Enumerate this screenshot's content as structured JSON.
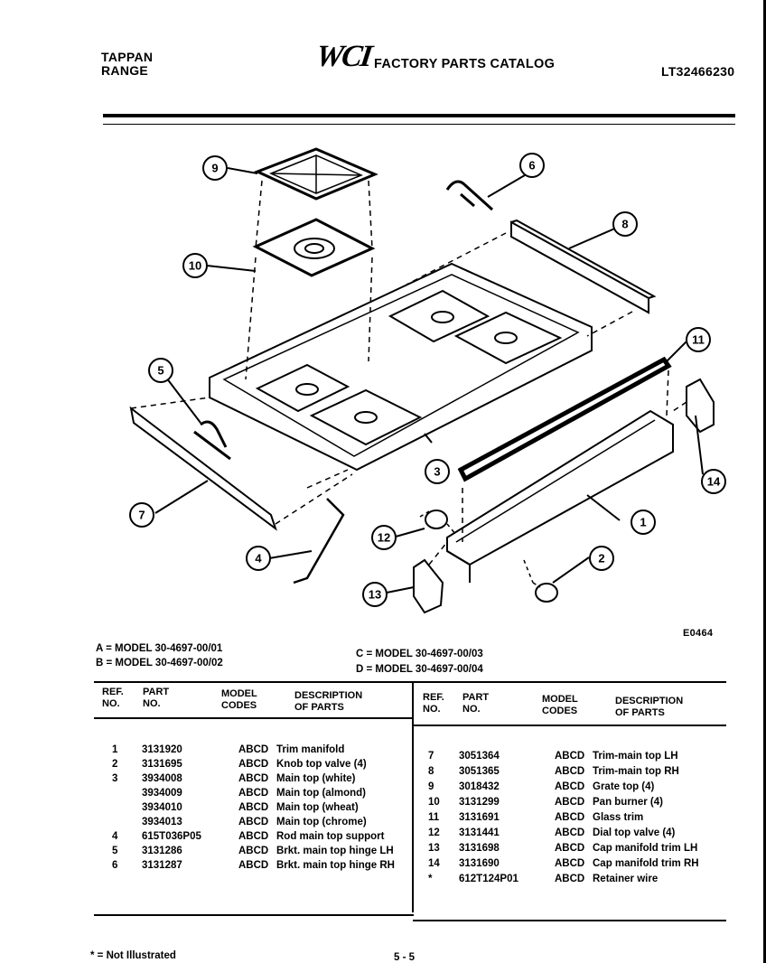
{
  "header": {
    "brand_line1": "TAPPAN",
    "brand_line2": "RANGE",
    "logo": "WCI",
    "catalog_title": "FACTORY PARTS CATALOG",
    "catalog_number": "LT32466230"
  },
  "diagram": {
    "figure_code": "E0464",
    "callouts": [
      "1",
      "2",
      "3",
      "4",
      "5",
      "6",
      "7",
      "8",
      "9",
      "10",
      "11",
      "12",
      "13",
      "14"
    ]
  },
  "models": {
    "a": "A = MODEL 30-4697-00/01",
    "b": "B = MODEL 30-4697-00/02",
    "c": "C = MODEL 30-4697-00/03",
    "d": "D = MODEL 30-4697-00/04"
  },
  "table_headers": {
    "ref_line1": "REF.",
    "ref_line2": "NO.",
    "part_line1": "PART",
    "part_line2": "NO.",
    "model_line1": "MODEL",
    "model_line2": "CODES",
    "desc_line1": "DESCRIPTION",
    "desc_line2": "OF PARTS"
  },
  "parts_left": [
    {
      "ref": "1",
      "part": "3131920",
      "codes": "ABCD",
      "desc": "Trim manifold"
    },
    {
      "ref": "2",
      "part": "3131695",
      "codes": "ABCD",
      "desc": "Knob top valve (4)"
    },
    {
      "ref": "3",
      "part": "3934008",
      "codes": "ABCD",
      "desc": "Main top (white)"
    },
    {
      "ref": "",
      "part": "3934009",
      "codes": "ABCD",
      "desc": "Main top (almond)"
    },
    {
      "ref": "",
      "part": "3934010",
      "codes": "ABCD",
      "desc": "Main top (wheat)"
    },
    {
      "ref": "",
      "part": "3934013",
      "codes": "ABCD",
      "desc": "Main top (chrome)"
    },
    {
      "ref": "4",
      "part": "615T036P05",
      "codes": "ABCD",
      "desc": "Rod main top support"
    },
    {
      "ref": "5",
      "part": "3131286",
      "codes": "ABCD",
      "desc": "Brkt. main top hinge LH"
    },
    {
      "ref": "6",
      "part": "3131287",
      "codes": "ABCD",
      "desc": "Brkt. main top hinge RH"
    }
  ],
  "parts_right": [
    {
      "ref": "7",
      "part": "3051364",
      "codes": "ABCD",
      "desc": "Trim-main top LH"
    },
    {
      "ref": "8",
      "part": "3051365",
      "codes": "ABCD",
      "desc": "Trim-main top RH"
    },
    {
      "ref": "9",
      "part": "3018432",
      "codes": "ABCD",
      "desc": "Grate top (4)"
    },
    {
      "ref": "10",
      "part": "3131299",
      "codes": "ABCD",
      "desc": "Pan burner (4)"
    },
    {
      "ref": "11",
      "part": "3131691",
      "codes": "ABCD",
      "desc": "Glass trim"
    },
    {
      "ref": "12",
      "part": "3131441",
      "codes": "ABCD",
      "desc": "Dial top valve (4)"
    },
    {
      "ref": "13",
      "part": "3131698",
      "codes": "ABCD",
      "desc": "Cap manifold trim LH"
    },
    {
      "ref": "14",
      "part": "3131690",
      "codes": "ABCD",
      "desc": "Cap manifold trim RH"
    },
    {
      "ref": "*",
      "part": "612T124P01",
      "codes": "ABCD",
      "desc": "Retainer wire"
    }
  ],
  "footer": {
    "note": "* = Not Illustrated",
    "page": "5 - 5"
  }
}
